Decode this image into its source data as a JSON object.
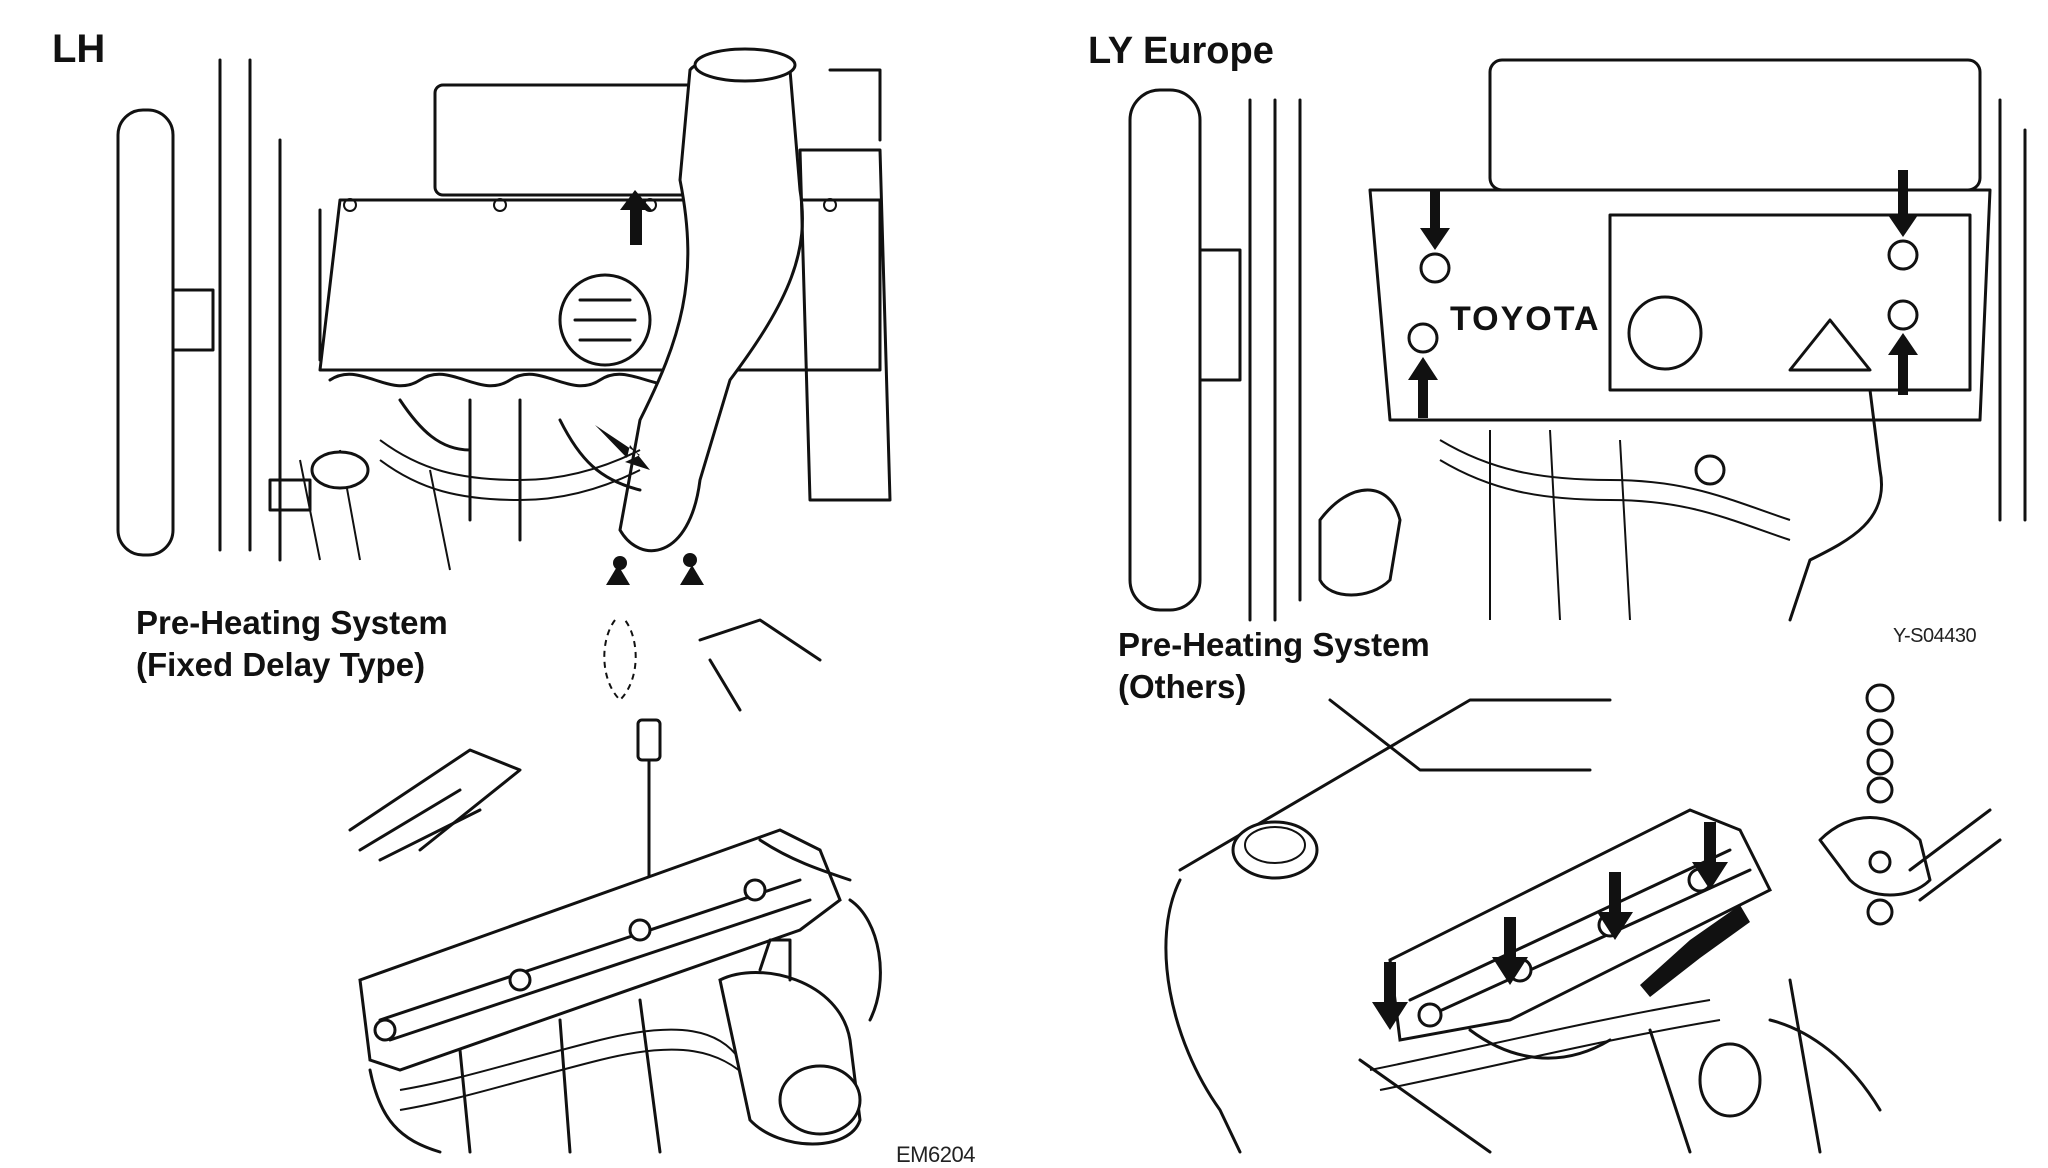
{
  "panels": [
    {
      "id": "lh",
      "label": "LH"
    },
    {
      "id": "ly-europe",
      "label": "LY Europe",
      "part_code": "Y-S04430",
      "brand_text": "TOYOTA"
    },
    {
      "id": "fixed-delay",
      "label_line1": "Pre-Heating System",
      "label_line2": "(Fixed Delay Type)",
      "part_code": "EM6204"
    },
    {
      "id": "others",
      "label_line1": "Pre-Heating System",
      "label_line2": "(Others)"
    }
  ],
  "colors": {
    "ink": "#111111",
    "paper": "#ffffff"
  },
  "icons": [
    "arrow-up-icon",
    "arrow-down-icon",
    "arrow-diagonal-icon",
    "wrench-icon",
    "nut-icon",
    "washer-icon"
  ]
}
